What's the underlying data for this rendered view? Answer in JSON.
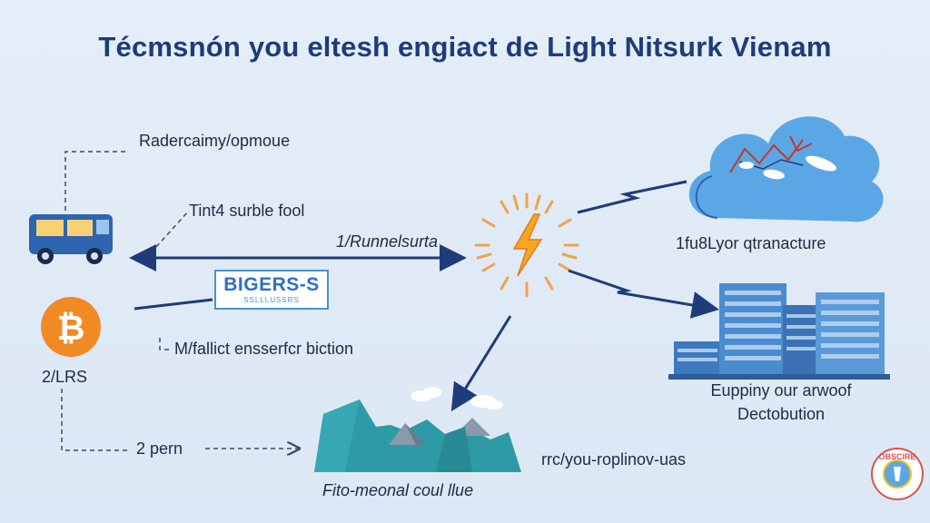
{
  "title": "Técmsnón you eltesh engiact de Light Nitsurk Vienam",
  "labels": {
    "top_left": "Radercaimy/opmoue",
    "middle_left": "Tint4 surble fool",
    "arrow_label": "1/Runnelsurta",
    "bitcoin_note": "M/fallict ensserfcr biction",
    "bitcoin_value": "2/LRS",
    "bottom_arrow": "2 pern",
    "cloud_caption": "1fu8Lyor qtranacture",
    "building_caption_line1": "Euppiny our arwoof",
    "building_caption_line2": "Dectobution",
    "mountain_caption": "Fito-meonal coul llue",
    "bottom_right_text": "rrc/you-roplinov-uas"
  },
  "badge": {
    "main": "BIGERS-S",
    "sub": "SSLLLUSSRS"
  },
  "seal_text": "OBSCIRE",
  "bitcoin_symbol": "₿",
  "colors": {
    "title": "#1f3b7a",
    "arrow": "#1f3b7a",
    "bolt": "#f5a623",
    "bitcoin": "#f08a24",
    "truck": "#2e64b0",
    "cloud": "#5ba7e6",
    "building": "#4b8bd0",
    "mountain": "#2e9aa6"
  }
}
